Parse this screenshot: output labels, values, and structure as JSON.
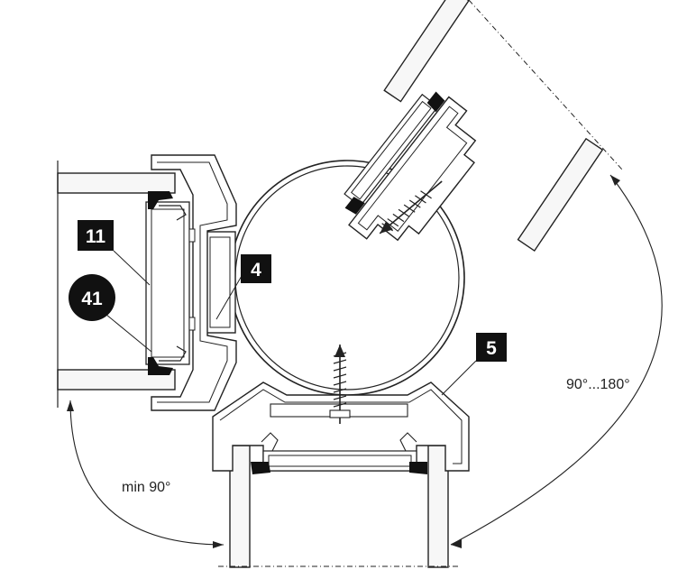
{
  "callouts": {
    "profile_11": "11",
    "profile_41": "41",
    "profile_4": "4",
    "profile_5": "5"
  },
  "angles": {
    "left_angle": "min 90°",
    "right_angle": "90°...180°"
  }
}
